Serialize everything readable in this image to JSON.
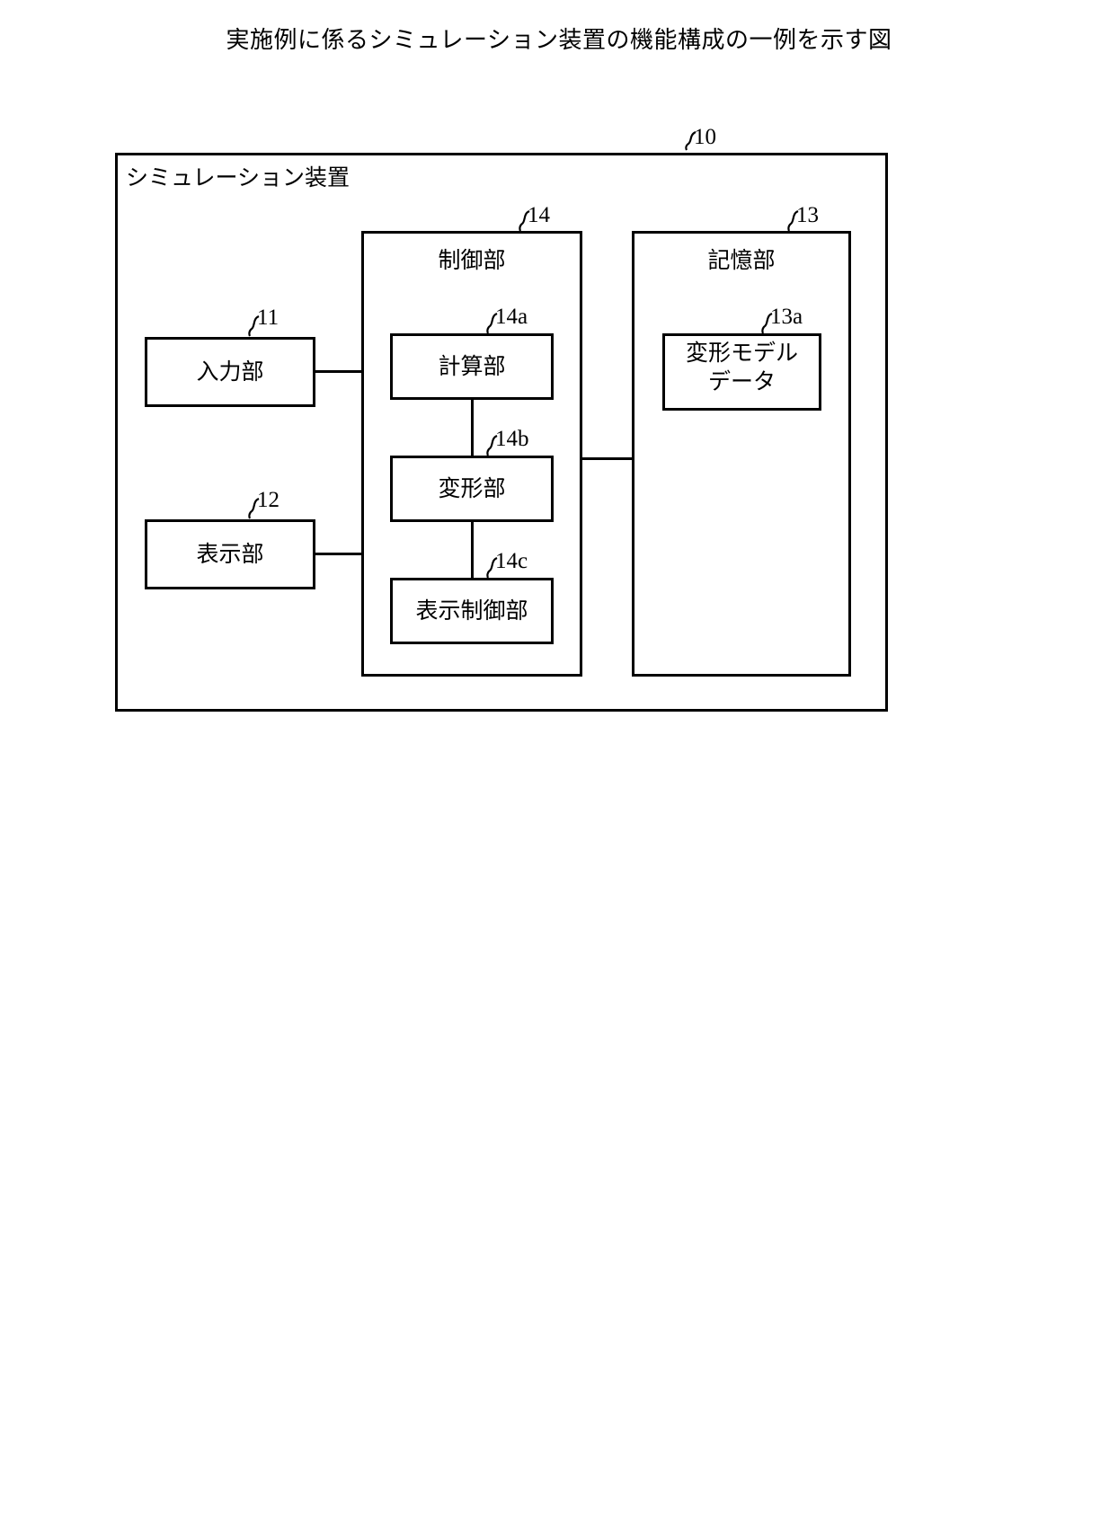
{
  "figure": {
    "title": "実施例に係るシミュレーション装置の機能構成の一例を示す図"
  },
  "diagram": {
    "type": "block-diagram",
    "outer": {
      "label": "シミュレーション装置",
      "ref": "10"
    },
    "blocks": [
      {
        "id": "input",
        "label": "入力部",
        "ref": "11"
      },
      {
        "id": "display",
        "label": "表示部",
        "ref": "12"
      },
      {
        "id": "control",
        "label": "制御部",
        "ref": "14"
      },
      {
        "id": "storage",
        "label": "記憶部",
        "ref": "13"
      },
      {
        "id": "calc",
        "label": "計算部",
        "ref": "14a"
      },
      {
        "id": "deform",
        "label": "変形部",
        "ref": "14b"
      },
      {
        "id": "displayctl",
        "label": "表示制御部",
        "ref": "14c"
      },
      {
        "id": "model-line1",
        "label": "変形モデル",
        "ref": "13a"
      },
      {
        "id": "model-line2",
        "label": "データ",
        "ref": ""
      }
    ],
    "connections": [
      {
        "from": "input",
        "to": "control"
      },
      {
        "from": "display",
        "to": "control"
      },
      {
        "from": "calc",
        "to": "deform"
      },
      {
        "from": "deform",
        "to": "displayctl"
      },
      {
        "from": "control",
        "to": "storage"
      }
    ]
  }
}
